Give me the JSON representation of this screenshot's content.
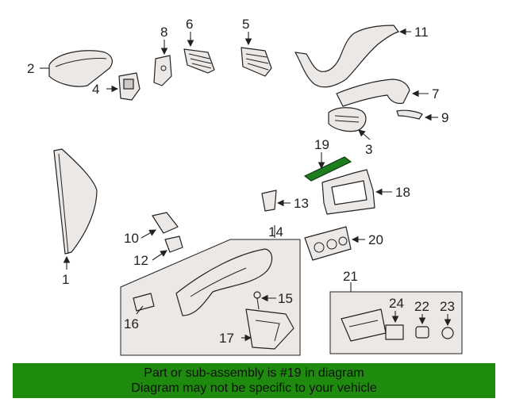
{
  "diagram": {
    "callouts": [
      "1",
      "2",
      "3",
      "4",
      "5",
      "6",
      "7",
      "8",
      "9",
      "10",
      "11",
      "12",
      "13",
      "14",
      "15",
      "16",
      "17",
      "18",
      "19",
      "20",
      "21",
      "22",
      "23",
      "24"
    ],
    "highlighted_part": "19"
  },
  "footer": {
    "line1": "Part or sub-assembly is #19 in diagram",
    "line2": "Diagram may not be specific to your vehicle"
  },
  "colors": {
    "footer_bg": "#1e8a0e",
    "highlight": "#1e7d1e"
  }
}
